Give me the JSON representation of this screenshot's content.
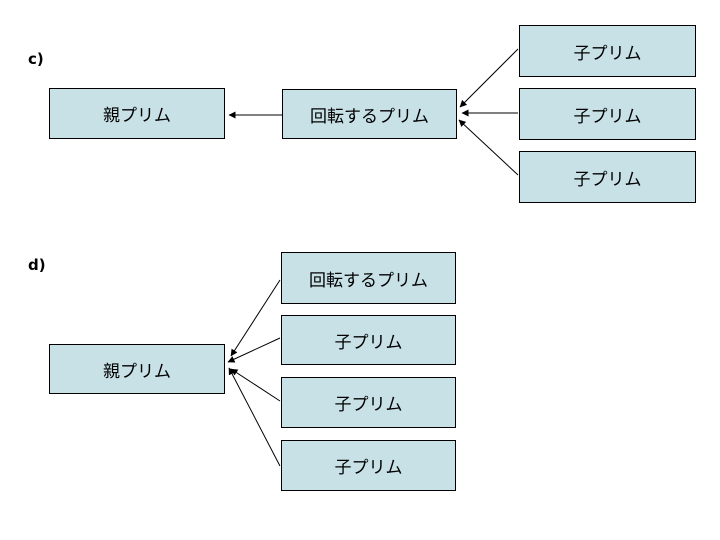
{
  "diagram": {
    "colors": {
      "background": "#ffffff",
      "box_fill": "#c7e1e6",
      "box_border": "#000000",
      "arrow": "#000000",
      "text": "#000000"
    },
    "sections": [
      {
        "label": "c)",
        "boxes": {
          "parent": "親プリム",
          "rotating": "回転するプリム",
          "child1": "子プリム",
          "child2": "子プリム",
          "child3": "子プリム"
        },
        "edges": [
          {
            "from": "rotating",
            "to": "parent"
          },
          {
            "from": "child1",
            "to": "rotating"
          },
          {
            "from": "child2",
            "to": "rotating"
          },
          {
            "from": "child3",
            "to": "rotating"
          }
        ]
      },
      {
        "label": "d)",
        "boxes": {
          "parent": "親プリム",
          "rotating": "回転するプリム",
          "child1": "子プリム",
          "child2": "子プリム",
          "child3": "子プリム"
        },
        "edges": [
          {
            "from": "rotating",
            "to": "parent"
          },
          {
            "from": "child1",
            "to": "parent"
          },
          {
            "from": "child2",
            "to": "parent"
          },
          {
            "from": "child3",
            "to": "parent"
          }
        ]
      }
    ]
  }
}
